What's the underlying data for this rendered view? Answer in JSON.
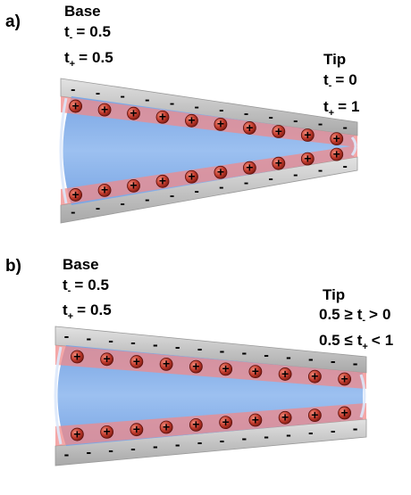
{
  "panels": [
    {
      "label": "a)",
      "base": {
        "title": "Base",
        "lines": [
          {
            "var": "t",
            "sub": "-",
            "rel": "=",
            "val": "0.5"
          },
          {
            "var": "t",
            "sub": "+",
            "rel": "=",
            "val": "0.5"
          }
        ]
      },
      "tip": {
        "title": "Tip",
        "lines": [
          {
            "var": "t",
            "sub": "-",
            "rel": "=",
            "val": "0"
          },
          {
            "var": "t",
            "sub": "+",
            "rel": "=",
            "val": "1"
          }
        ]
      }
    },
    {
      "label": "b)",
      "base": {
        "title": "Base",
        "lines": [
          {
            "var": "t",
            "sub": "-",
            "rel": "=",
            "val": "0.5"
          },
          {
            "var": "t",
            "sub": "+",
            "rel": "=",
            "val": "0.5"
          }
        ]
      },
      "tip": {
        "title": "Tip",
        "lines": [
          {
            "pre": "0.5 ≥",
            "var": "t",
            "sub": "-",
            "rel": ">",
            "val": "0"
          },
          {
            "pre": "0.5 ≤",
            "var": "t",
            "sub": "+",
            "rel": "<",
            "val": "1"
          }
        ]
      }
    }
  ],
  "symbols": {
    "negative": "-",
    "positive": "+"
  },
  "colors": {
    "wall": "#c8c8c8",
    "wall_edge": "#9a9a9a",
    "double_layer": "#f08a8a",
    "electrolyte": "#6f9fe0",
    "ion_fill": "#c0392b",
    "ion_sign": "#000000"
  }
}
